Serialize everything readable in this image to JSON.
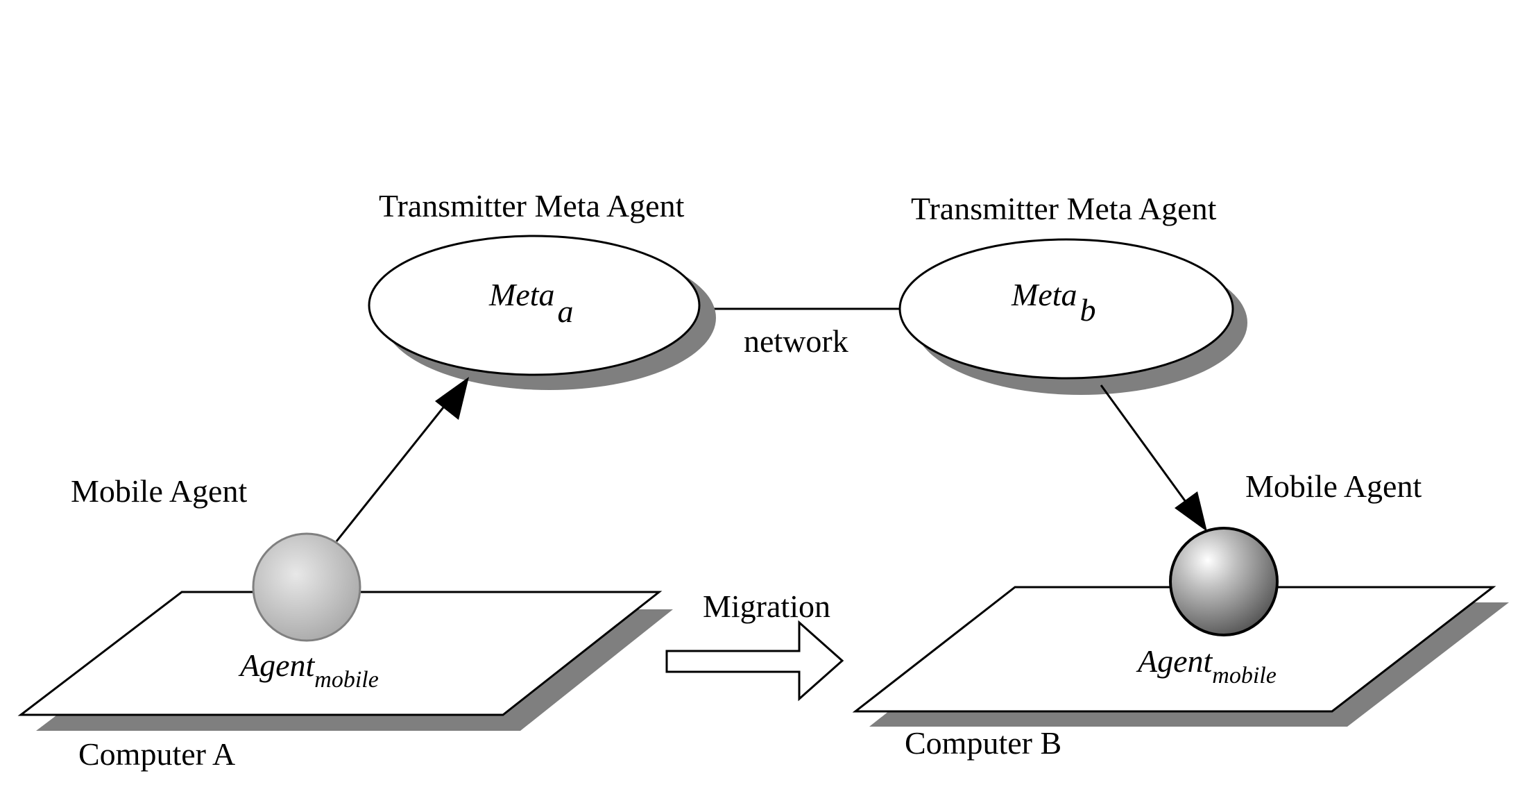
{
  "labels": {
    "transmitter_left": "Transmitter Meta Agent",
    "transmitter_right": "Transmitter Meta Agent",
    "meta_a_base": "Meta",
    "meta_a_sub": "a",
    "meta_b_base": "Meta",
    "meta_b_sub": "b",
    "network": "network",
    "mobile_agent_left": "Mobile Agent",
    "mobile_agent_right": "Mobile Agent",
    "agent_left_base": "Agent",
    "agent_left_sub": "mobile",
    "agent_right_base": "Agent",
    "agent_right_sub": "mobile",
    "migration": "Migration",
    "computer_a": "Computer A",
    "computer_b": "Computer B"
  },
  "colors": {
    "shadow": "#7f7f7f",
    "stroke": "#000000",
    "fill": "#ffffff"
  }
}
